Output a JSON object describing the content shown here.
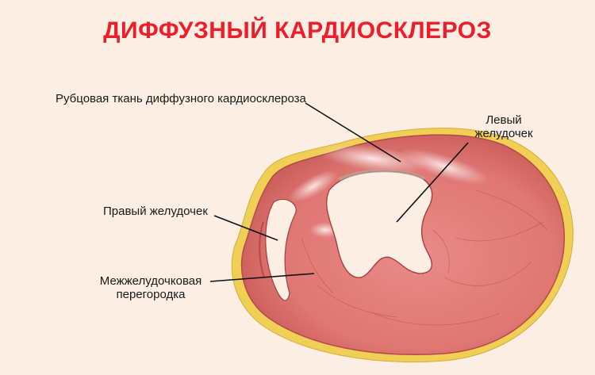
{
  "title": "ДИФФУЗНЫЙ КАРДИОСКЛЕРОЗ",
  "labels": {
    "scar_tissue": "Рубцовая ткань диффузного кардиосклероза",
    "left_ventricle_line1": "Левый",
    "left_ventricle_line2": "желудочек",
    "right_ventricle": "Правый желудочек",
    "septum_line1": "Межжелудочковая",
    "septum_line2": "перегородка"
  },
  "colors": {
    "background": "#fdeee3",
    "title": "#ee1d2c",
    "myocardium": "#e07a78",
    "myocardium_dark": "#c9524f",
    "fat": "#f3d35a",
    "scar": "#f6e4e2",
    "leader_line": "#111111"
  }
}
